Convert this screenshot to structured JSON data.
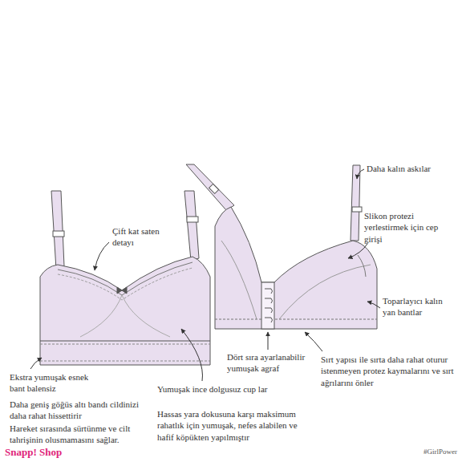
{
  "diagram": {
    "labels": [
      "Çift kat saten detayı",
      "Daha kalın askılar",
      "Slikon protezi yerlestirmek için cep girişi",
      "Toparlayıcı kalın yan bantlar",
      "Dört sıra ayarlanabilir yumuşak agraf",
      "Sırt yapısı ile sırta daha rahat oturur istenmeyen protez kaymalarını ve sırt ağrılarını önler",
      "Ekstra yumuşak esnek bant balensiz",
      "Daha geniş göğüs altı bandı cildinizi daha rahat hissettirir",
      "Hareket sırasında sürtünme ve cilt tahrişinin olusmamasını sağlar.",
      "Yumuşak ince dolgusuz cup lar",
      "Hassas yara dokusuna karşı maksimum rahatlık için yumuşak, nefes alabilen ve hafif köpükten yapılmıştır",
      "Snapp! Shop",
      "#GirlPower"
    ]
  }
}
